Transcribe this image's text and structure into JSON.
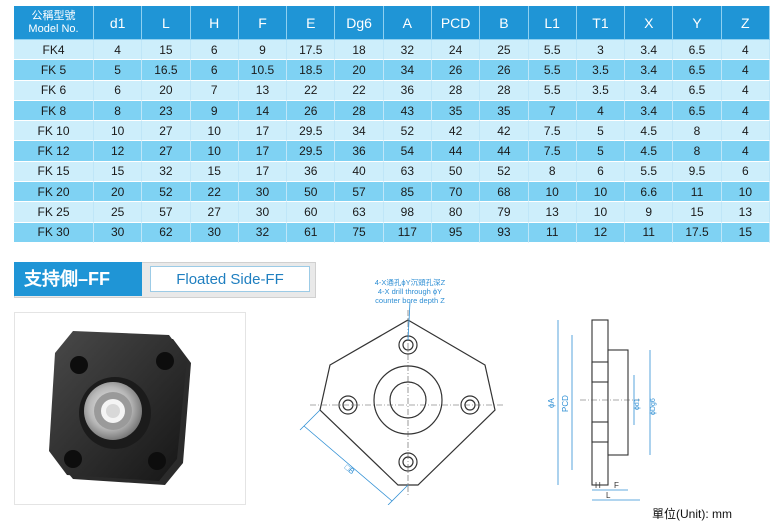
{
  "table": {
    "model_header_cn": "公稱型號",
    "model_header_en": "Model No.",
    "columns": [
      "d1",
      "L",
      "H",
      "F",
      "E",
      "Dg6",
      "A",
      "PCD",
      "B",
      "L1",
      "T1",
      "X",
      "Y",
      "Z"
    ],
    "rows": [
      [
        "FK4",
        "4",
        "15",
        "6",
        "9",
        "17.5",
        "18",
        "32",
        "24",
        "25",
        "5.5",
        "3",
        "3.4",
        "6.5",
        "4"
      ],
      [
        "FK 5",
        "5",
        "16.5",
        "6",
        "10.5",
        "18.5",
        "20",
        "34",
        "26",
        "26",
        "5.5",
        "3.5",
        "3.4",
        "6.5",
        "4"
      ],
      [
        "FK 6",
        "6",
        "20",
        "7",
        "13",
        "22",
        "22",
        "36",
        "28",
        "28",
        "5.5",
        "3.5",
        "3.4",
        "6.5",
        "4"
      ],
      [
        "FK 8",
        "8",
        "23",
        "9",
        "14",
        "26",
        "28",
        "43",
        "35",
        "35",
        "7",
        "4",
        "3.4",
        "6.5",
        "4"
      ],
      [
        "FK 10",
        "10",
        "27",
        "10",
        "17",
        "29.5",
        "34",
        "52",
        "42",
        "42",
        "7.5",
        "5",
        "4.5",
        "8",
        "4"
      ],
      [
        "FK 12",
        "12",
        "27",
        "10",
        "17",
        "29.5",
        "36",
        "54",
        "44",
        "44",
        "7.5",
        "5",
        "4.5",
        "8",
        "4"
      ],
      [
        "FK 15",
        "15",
        "32",
        "15",
        "17",
        "36",
        "40",
        "63",
        "50",
        "52",
        "8",
        "6",
        "5.5",
        "9.5",
        "6"
      ],
      [
        "FK 20",
        "20",
        "52",
        "22",
        "30",
        "50",
        "57",
        "85",
        "70",
        "68",
        "10",
        "10",
        "6.6",
        "11",
        "10"
      ],
      [
        "FK 25",
        "25",
        "57",
        "27",
        "30",
        "60",
        "63",
        "98",
        "80",
        "79",
        "13",
        "10",
        "9",
        "15",
        "13"
      ],
      [
        "FK 30",
        "30",
        "62",
        "30",
        "32",
        "61",
        "75",
        "117",
        "95",
        "93",
        "11",
        "12",
        "11",
        "17.5",
        "15"
      ]
    ]
  },
  "section": {
    "title_cn": "支持側–FF",
    "title_en": "Floated Side-FF"
  },
  "drawing": {
    "note_cn": "4-X通孔ϕY沉頭孔深Z",
    "note_en_1": "4-X drill through ϕY",
    "note_en_2": "counter bore depth Z",
    "label_b": "□B",
    "label_a": "ϕA",
    "label_pcd": "PCD",
    "label_d1": "ϕd1",
    "label_dg6": "ϕDg6",
    "label_h": "H",
    "label_f": "F",
    "label_l": "L"
  },
  "unit_label": "單位(Unit): mm",
  "colors": {
    "header_blue": "#1f95d6",
    "row_light": "#cdeefb",
    "row_dark": "#7fd2f3",
    "drawing_blue": "#2f8fd4"
  }
}
